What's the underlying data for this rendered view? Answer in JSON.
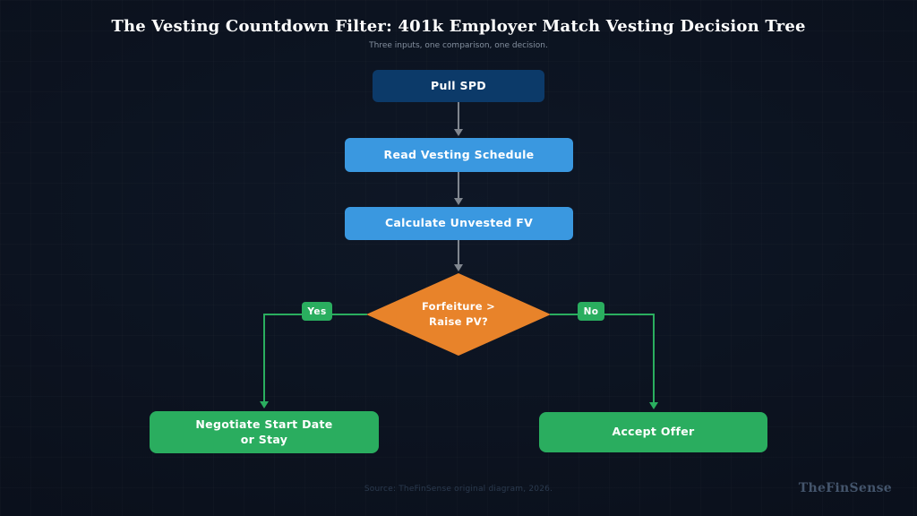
{
  "header": {
    "title": "The Vesting Countdown Filter: 401k Employer Match Vesting Decision Tree",
    "subtitle": "Three inputs, one comparison, one decision."
  },
  "flowchart": {
    "nodes": {
      "pull_spd": "Pull SPD",
      "read_vesting_schedule": "Read Vesting Schedule",
      "calculate_unvested_fv": "Calculate Unvested FV",
      "decision": {
        "line1": "Forfeiture >",
        "line2": "Raise PV?"
      },
      "negotiate": {
        "line1": "Negotiate Start Date",
        "line2": "or Stay"
      },
      "accept_offer": "Accept Offer"
    },
    "branch_labels": {
      "yes": "Yes",
      "no": "No"
    },
    "colors": {
      "node_dark_blue": "#0c3a69",
      "node_light_blue": "#3a98e0",
      "decision_orange": "#e8832a",
      "action_green": "#2aad5f",
      "connector_gray": "#80868f",
      "connector_green": "#2aae5f",
      "background": "#0b111d"
    }
  },
  "footer": {
    "source": "Source: TheFinSense original diagram, 2026.",
    "watermark": "TheFinSense"
  }
}
